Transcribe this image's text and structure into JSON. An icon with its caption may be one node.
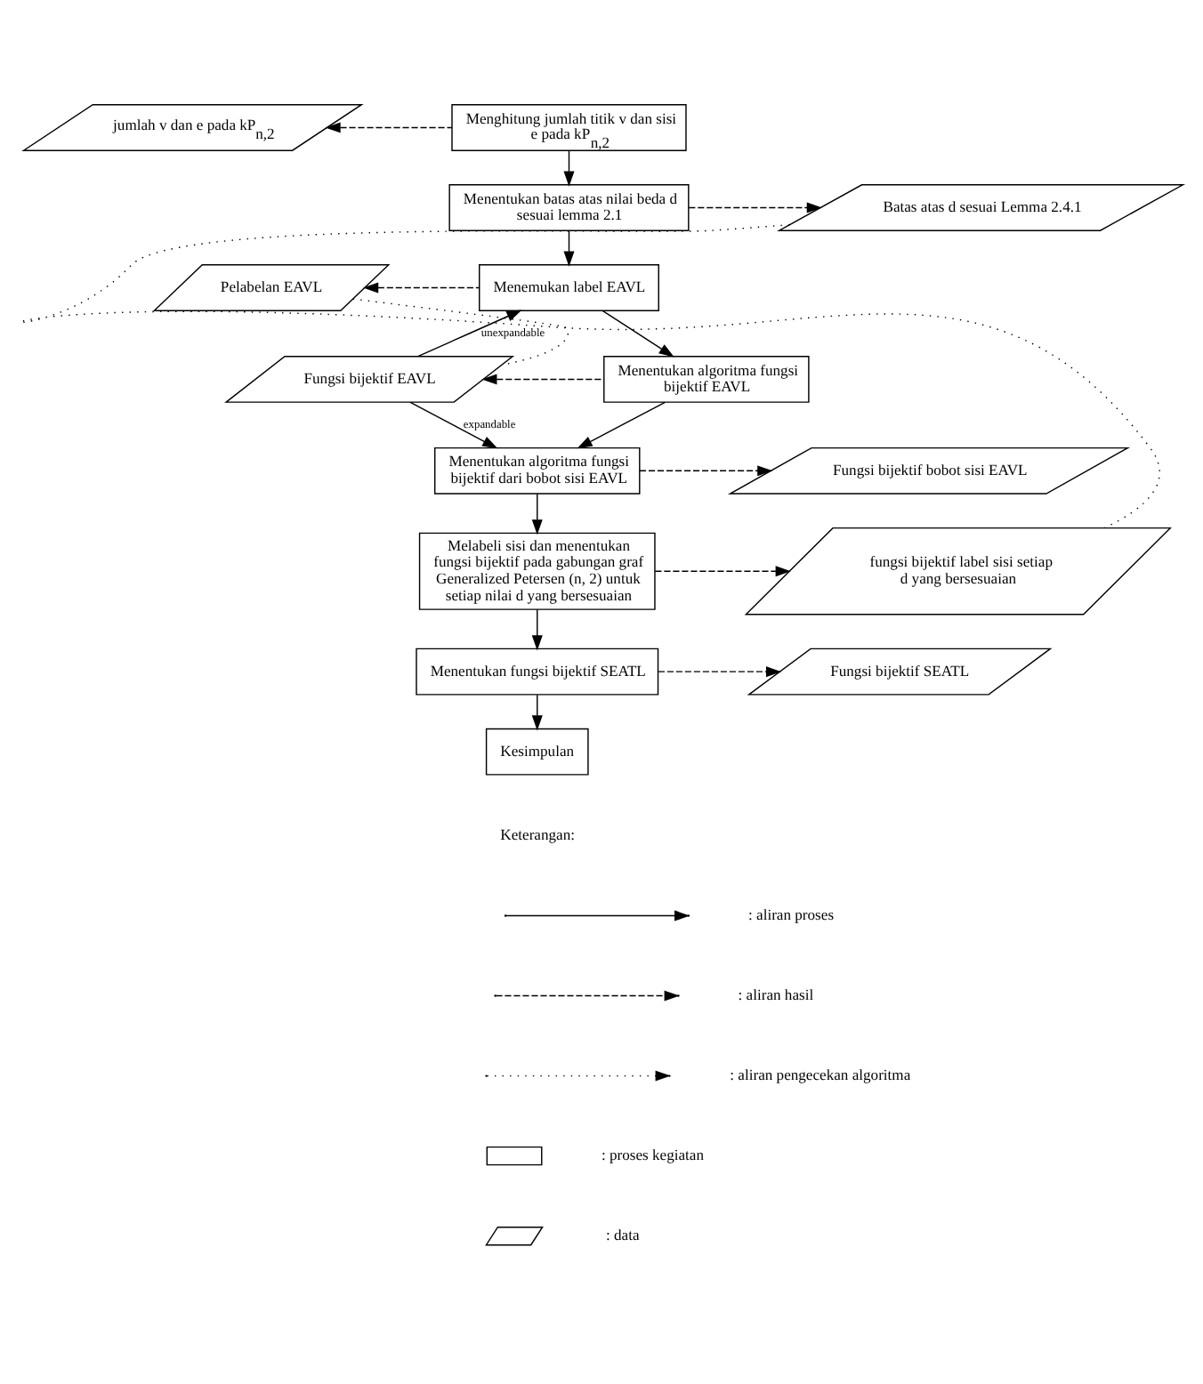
{
  "diagram": {
    "nodes": [
      {
        "text": [
          "Menghitung jumlah titik v dan sisi e pada kP$_{n,2}$"
        ]
      },
      {
        "text": [
          "jumlah v dan e pada kP$_{n,2}$"
        ]
      },
      {
        "text": [
          "Menentukan batas atas nilai beda d sesuai lemma 2.1"
        ]
      },
      {
        "text": [
          "Batas atas d sesuai Lemma 2.4.1"
        ]
      },
      {
        "text": [
          "Menemukan label EAVL"
        ]
      },
      {
        "text": [
          "Pelabelan EAVL"
        ]
      },
      {
        "text": [
          "Menentukan algoritma fungsi bijektif EAVL"
        ]
      },
      {
        "text": [
          "Fungsi bijektif EAVL"
        ]
      },
      {
        "text": [
          "Menentukan algoritma fungsi bijektif dari bobot sisi EAVL"
        ]
      },
      {
        "text": [
          "Fungsi bijektif bobot sisi EAVL"
        ]
      },
      {
        "text": [
          "Melabeli sisi dan menentukan fungsi bijektif pada gabungan graf Generalized Petersen (n, 2) untuk setiap nilai d yang bersesuaian"
        ]
      },
      {
        "text": [
          "fungsi bijektif label sisi setiap d yang bersesuaian"
        ]
      },
      {
        "text": [
          "Menentukan fungsi bijektif SEATL"
        ]
      },
      {
        "text": [
          "Fungsi bijektif SEATL"
        ]
      },
      {
        "text": [
          "Kesimpulan"
        ]
      }
    ],
    "edges": [
      {
        "from": 0,
        "to": 1,
        "arrow": "to",
        "style": "dashed"
      },
      {
        "from": 0,
        "to": 2,
        "arrow": "to"
      },
      {
        "from": 2,
        "to": 3,
        "arrow": "to",
        "style": "dashed"
      },
      {
        "from": 2,
        "to": 4,
        "arrow": "to"
      },
      {
        "from": 4,
        "to": 5,
        "arrow": "to",
        "style": "dashed"
      },
      {
        "from": 4,
        "to": 6,
        "arrow": "to"
      },
      {
        "from": 6,
        "to": 7,
        "arrow": "to",
        "style": "dashed"
      },
      {
        "from": 7,
        "to": 4,
        "arrow": "to",
        "label": "unexpandable"
      },
      {
        "from": 7,
        "to": 8,
        "arrow": "to",
        "label": "expandable"
      },
      {
        "from": 5,
        "to": 7,
        "arrow": "none",
        "style": "dashed"
      },
      {
        "from": 6,
        "to": 8,
        "arrow": "to"
      },
      {
        "from": 8,
        "to": 9,
        "arrow": "to",
        "style": "dashed"
      },
      {
        "from": 8,
        "to": 10,
        "arrow": "to"
      },
      {
        "from": 3,
        "to": 11,
        "arrow": "none",
        "style": "dashed"
      },
      {
        "from": 10,
        "to": 11,
        "arrow": "to",
        "style": "dashed"
      },
      {
        "from": 10,
        "to": 12,
        "arrow": "to"
      },
      {
        "from": 12,
        "to": 13,
        "arrow": "to",
        "style": "dashed"
      },
      {
        "from": 12,
        "to": 14,
        "arrow": "to"
      }
    ],
    "labels": [
      "Keterangan:"
    ],
    "legend": [
      {
        "text": ": aliran proses"
      },
      {
        "text": ": aliran hasil"
      },
      {
        "text": ": aliran pengecekan algoritma"
      },
      {
        "text": ": proses kegiatan"
      },
      {
        "text": ": data"
      }
    ]
  }
}
